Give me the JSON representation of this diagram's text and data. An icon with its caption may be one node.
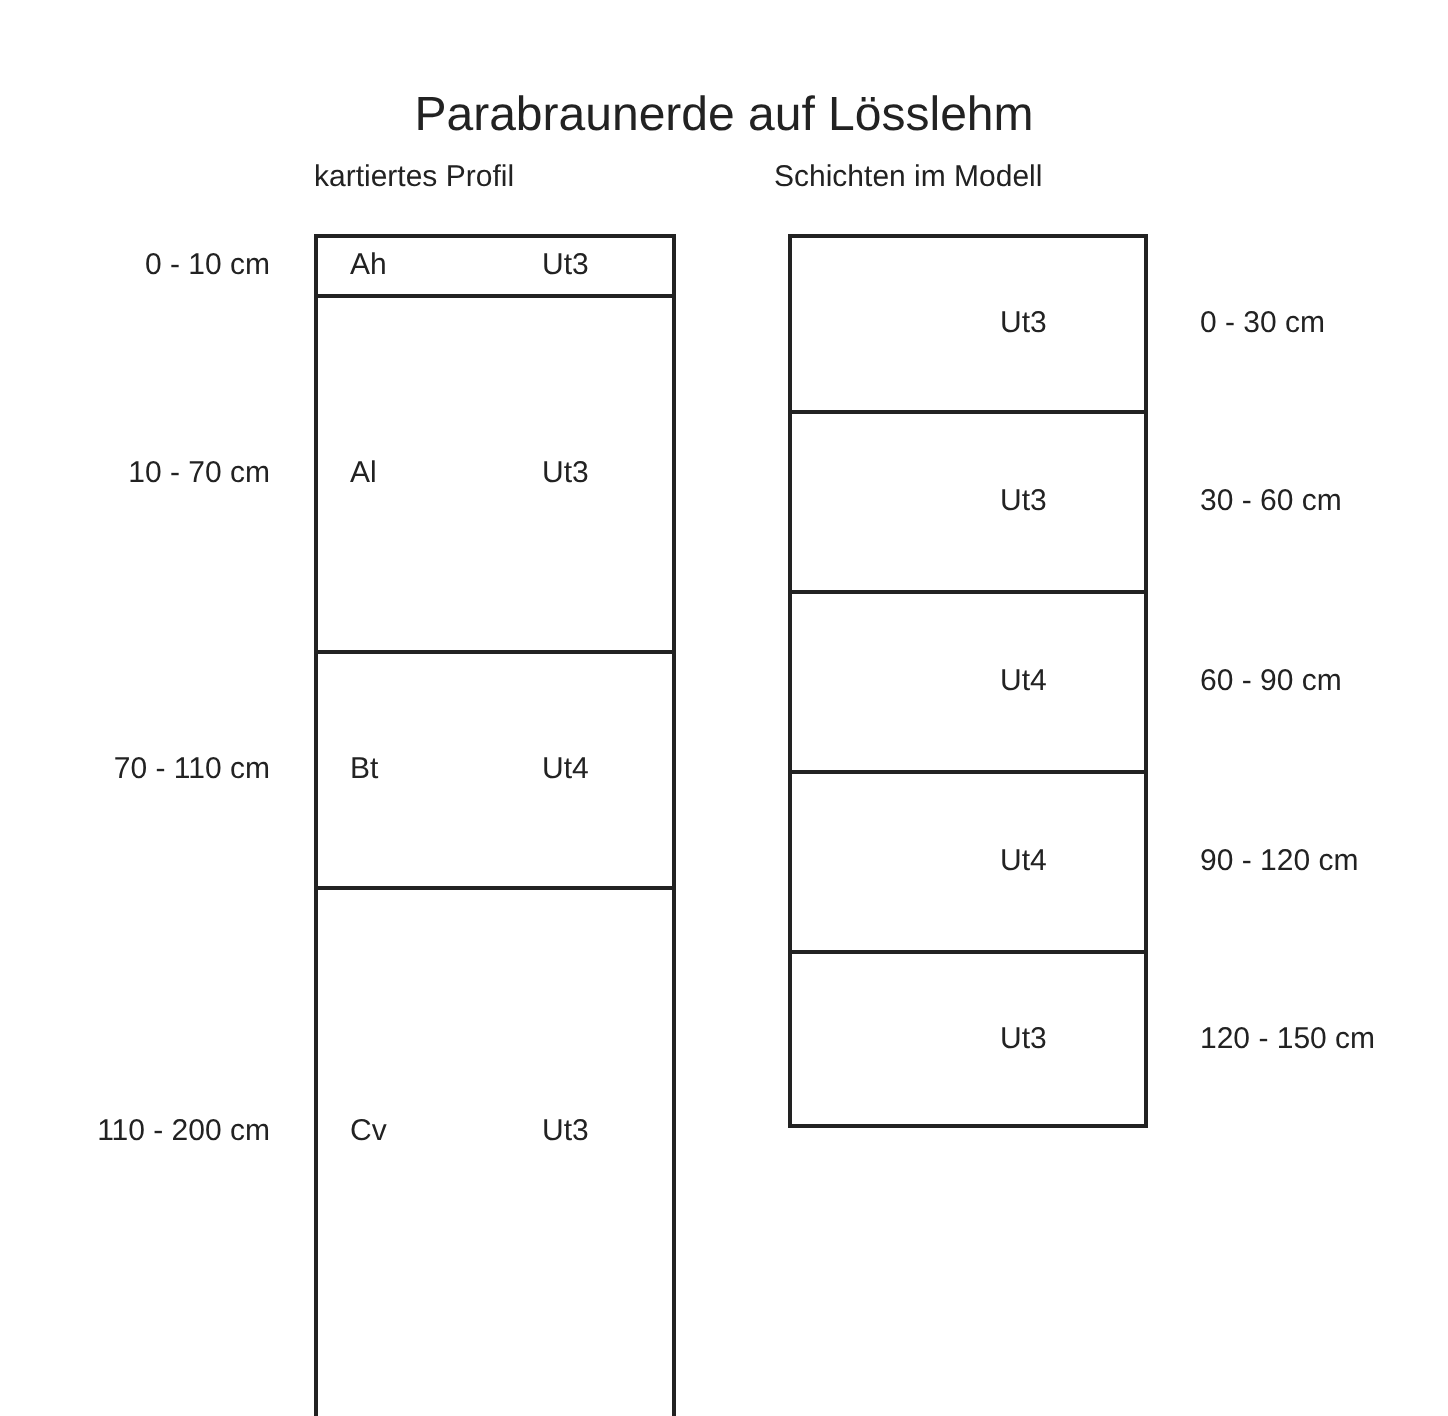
{
  "diagram": {
    "title": "Parabraunerde auf Lösslehm",
    "nodes": [
      {
        "text": [
          "Ah",
          "Ut3"
        ],
        "beside": [
          "0 - 10 cm"
        ]
      },
      {
        "text": [
          "Al",
          "Ut3"
        ],
        "beside": [
          "10 - 70 cm"
        ]
      },
      {
        "text": [
          "Bt",
          "Ut4"
        ],
        "beside": [
          "70 - 110 cm"
        ]
      },
      {
        "text": [
          "Cv",
          "Ut3"
        ],
        "beside": [
          "110 - 200 cm"
        ]
      },
      {
        "text": [
          "Ut3"
        ],
        "beside": [
          "0 - 30 cm"
        ]
      },
      {
        "text": [
          "Ut3"
        ],
        "beside": [
          "30 - 60 cm"
        ]
      },
      {
        "text": [
          "Ut4"
        ],
        "beside": [
          "60 - 90 cm"
        ]
      },
      {
        "text": [
          "Ut4"
        ],
        "beside": [
          "90 - 120 cm"
        ]
      },
      {
        "text": [
          "Ut3"
        ],
        "beside": [
          "120 - 150 cm"
        ]
      }
    ],
    "labels": [
      "kartiertes Profil",
      "Schichten im Modell"
    ]
  }
}
